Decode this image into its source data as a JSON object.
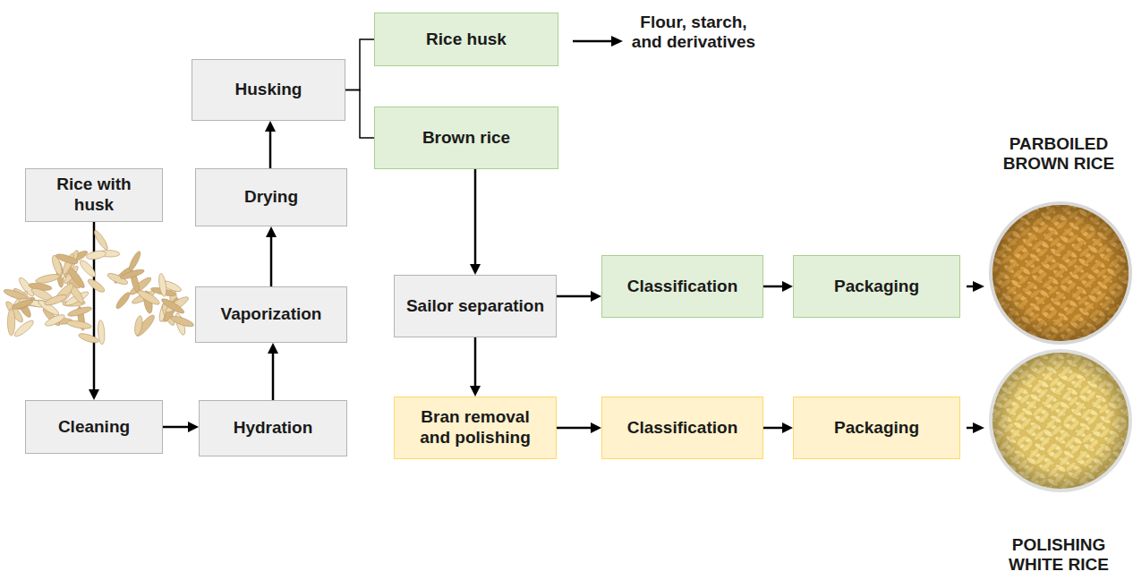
{
  "diagram": {
    "nodes": [
      {
        "text": [
          "Rice with husk"
        ]
      },
      {
        "text": [
          "Cleaning"
        ]
      },
      {
        "text": [
          "Hydration"
        ]
      },
      {
        "text": [
          "Vaporization"
        ]
      },
      {
        "text": [
          "Drying"
        ]
      },
      {
        "text": [
          "Husking"
        ]
      },
      {
        "text": [
          "Rice husk"
        ]
      },
      {
        "text": [
          "Brown rice"
        ]
      },
      {
        "text": [
          "Sailor separation"
        ]
      },
      {
        "text": [
          "Classification"
        ]
      },
      {
        "text": [
          "Packaging"
        ]
      },
      {
        "text": [
          "Bran removal and polishing"
        ]
      },
      {
        "text": [
          "Classification"
        ]
      },
      {
        "text": [
          "Packaging"
        ]
      }
    ],
    "edges": [
      {
        "from": 0,
        "to": 1,
        "arrow": "to"
      },
      {
        "from": 1,
        "to": 2,
        "arrow": "to"
      },
      {
        "from": 2,
        "to": 3,
        "arrow": "to"
      },
      {
        "from": 3,
        "to": 4,
        "arrow": "to"
      },
      {
        "from": 4,
        "to": 5,
        "arrow": "to"
      },
      {
        "from": 5,
        "to": 6,
        "arrow": "none"
      },
      {
        "from": 5,
        "to": 7,
        "arrow": "none"
      },
      {
        "from": 7,
        "to": 8,
        "arrow": "to"
      },
      {
        "from": 8,
        "to": 9,
        "arrow": "to"
      },
      {
        "from": 9,
        "to": 10,
        "arrow": "to"
      },
      {
        "from": 8,
        "to": 11,
        "arrow": "to"
      },
      {
        "from": 11,
        "to": 12,
        "arrow": "to"
      },
      {
        "from": 12,
        "to": 13,
        "arrow": "to"
      }
    ],
    "labels": [
      "Flour, starch, and derivatives",
      "PARBOILED BROWN RICE",
      "POLISHING WHITE RICE"
    ]
  }
}
